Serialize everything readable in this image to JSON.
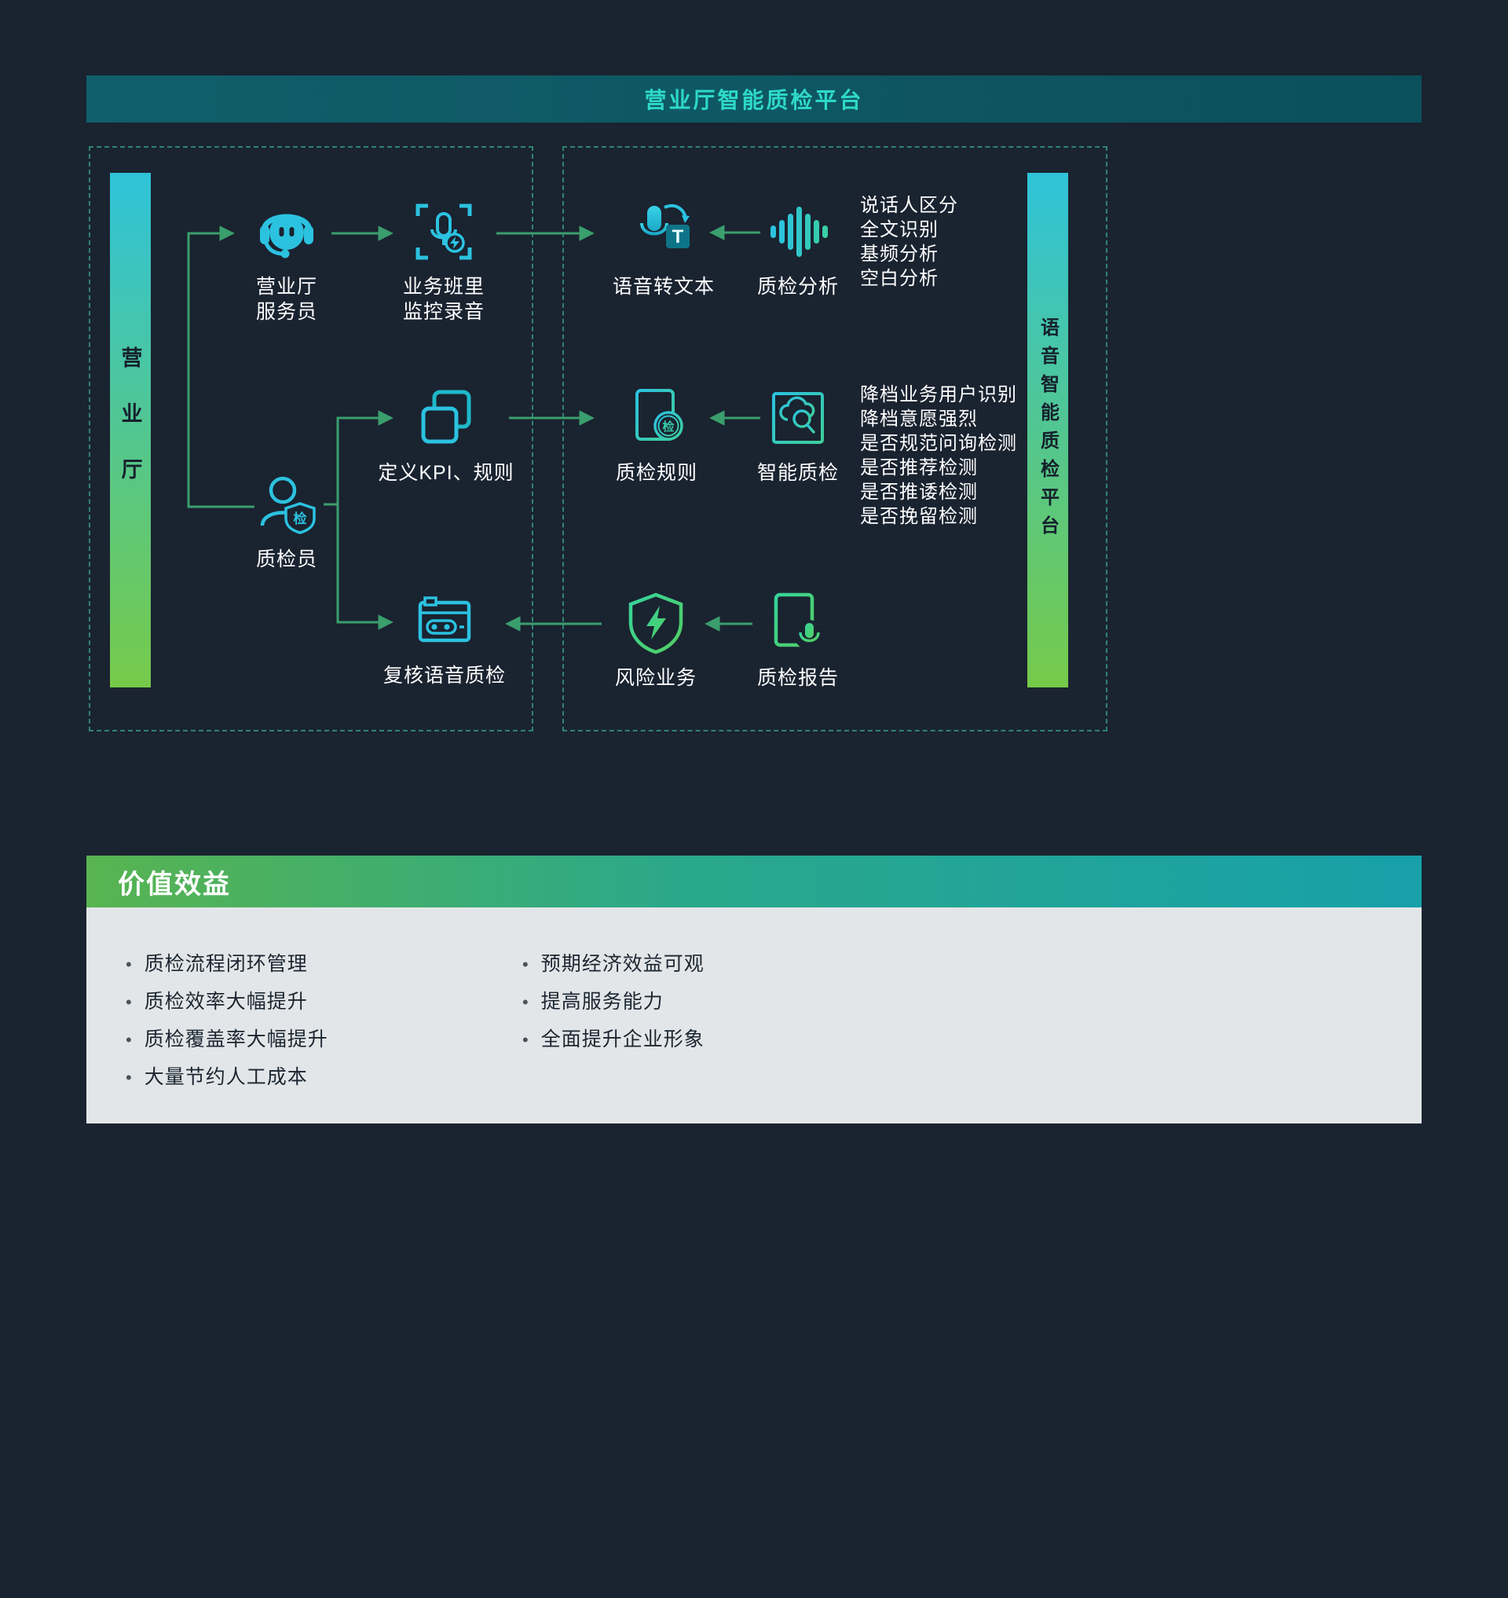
{
  "banner": {
    "title": "营业厅智能质检平台"
  },
  "left_bar": {
    "label": "营业厅"
  },
  "right_bar": {
    "label": "语音智能质检平台"
  },
  "nodes": {
    "agent": {
      "label": "营业厅\n服务员"
    },
    "record": {
      "label": "业务班里\n监控录音"
    },
    "speech_to_text": {
      "label": "语音转文本"
    },
    "qc_analysis": {
      "label": "质检分析"
    },
    "define_kpi": {
      "label": "定义KPI、规则"
    },
    "qc_rules": {
      "label": "质检规则"
    },
    "smart_qc": {
      "label": "智能质检"
    },
    "inspector": {
      "label": "质检员"
    },
    "review": {
      "label": "复核语音质检"
    },
    "risk": {
      "label": "风险业务"
    },
    "report": {
      "label": "质检报告"
    }
  },
  "annotations": {
    "analysis_features": [
      "说话人区分",
      "全文识别",
      "基频分析",
      "空白分析"
    ],
    "smart_qc_features": [
      "降档业务用户识别",
      "降档意愿强烈",
      "是否规范问询检测",
      "是否推荐检测",
      "是否推诿检测",
      "是否挽留检测"
    ]
  },
  "value_section": {
    "title": "价值效益",
    "left_items": [
      "质检流程闭环管理",
      "质检效率大幅提升",
      "质检覆盖率大幅提升",
      "大量节约人工成本"
    ],
    "right_items": [
      "预期经济效益可观",
      "提高服务能力",
      "全面提升企业形象"
    ]
  },
  "badges": {
    "jian": "检",
    "t": "T"
  },
  "colors": {
    "background": "#1a2330",
    "cyan": "#2bc2e0",
    "teal": "#1fb9c9",
    "teal_green": "#3ecf9a",
    "green": "#53cd61",
    "arrow": "#3a9e6d",
    "dashed_border": "#2e8570",
    "banner_bg_start": "#105f6a",
    "banner_bg_end": "#0c4f5c",
    "banner_text": "#2ed9c7",
    "bar_gradient_top": "#2fc3d9",
    "bar_gradient_bottom": "#76ca49",
    "value_header_start": "#58b450",
    "value_header_end": "#17a0a9",
    "value_body_bg": "#e3e6e8"
  }
}
